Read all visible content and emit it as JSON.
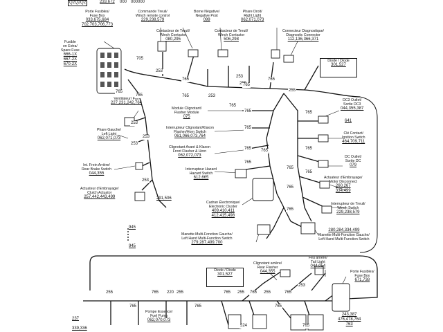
{
  "header_refs": [
    "Q2Q2Q2",
    "233,672",
    "000",
    "000000"
  ],
  "labels": {
    "fuse_box_top": {
      "lines": [
        "Porte Fusibles/",
        "Fuse Box"
      ],
      "refs": [
        "033,675,684",
        "702,703,706,773"
      ]
    },
    "spare_fuse": {
      "lines": [
        "Fusible",
        "en Extra/",
        "Spare Fuse"
      ],
      "refs": [
        "666-1X",
        "667-2X",
        "670-2X"
      ]
    },
    "winch_remote": {
      "lines": [
        "Commande Treuil/",
        "Winch remote control"
      ],
      "refs": [
        "229,238,579"
      ]
    },
    "neg_post": {
      "lines": [
        "Borne Négative/",
        "Negative Post"
      ],
      "refs": [
        "099"
      ]
    },
    "right_light": {
      "lines": [
        "Phare Droit/",
        "Right Light"
      ],
      "refs": [
        "062,071,073"
      ]
    },
    "winch_contactor_1": {
      "lines": [
        "Contacteur de Treuil/",
        "Winch Contactor"
      ],
      "refs": [
        "080,295"
      ]
    },
    "winch_contactor_2": {
      "lines": [
        "Contacteur de Treuil/",
        "Winch Contactor"
      ],
      "refs": [
        "506,298"
      ]
    },
    "diag_connector": {
      "lines": [
        "Connecteur Diagnostique/",
        "Diagnostic Connector"
      ],
      "refs": [
        "112,136,366,371"
      ]
    },
    "diode_top": {
      "lines": [
        "Diode / Diode"
      ],
      "refs": [
        "301,527"
      ]
    },
    "fan": {
      "lines": [
        "Ventilateur/ Fan"
      ],
      "refs": [
        "227,231,242,764"
      ]
    },
    "flasher_module": {
      "lines": [
        "Module Clignotant/",
        "Flasher Module"
      ],
      "refs": [
        "075"
      ]
    },
    "flasher_horn_switch": {
      "lines": [
        "Interrupteur Clignotant/Klaxon",
        "Flasher/Horn Switch"
      ],
      "refs": [
        "061,066,073,764"
      ]
    },
    "front_flasher_horn": {
      "lines": [
        "Clignotant Avant & Klaxon",
        "Front Flasher & Horn"
      ],
      "refs": [
        "062,072,073"
      ]
    },
    "left_light": {
      "lines": [
        "Phare Gauche/",
        "Left Light"
      ],
      "refs": [
        "062,071,073"
      ]
    },
    "rear_brake_switch": {
      "lines": [
        "Int. Frein Arrière/",
        "Rear Brake Switch"
      ],
      "refs": [
        "044,355"
      ]
    },
    "hazard_switch": {
      "lines": [
        "Interrupteur Hazard",
        "Hazard Switch"
      ],
      "refs": [
        "612,665"
      ]
    },
    "clutch_actuator": {
      "lines": [
        "Actuateur d'Embrayage/",
        "Clutch Actuator"
      ],
      "refs": [
        "257,442,443,499"
      ]
    },
    "dc3_outlet": {
      "lines": [
        "DC3 Outlet/",
        "Sortie DC3"
      ],
      "refs": [
        "044,355,387"
      ]
    },
    "ignition_switch": {
      "lines": [
        "Clé Contact/",
        "Ignition Switch"
      ],
      "refs": [
        "464,709,711"
      ]
    },
    "dc_outlet": {
      "lines": [
        "DC Outlet/",
        "Sortie DC"
      ],
      "refs": [
        "079"
      ]
    },
    "motor_disconnect": {
      "lines": [
        "Actuateur d'Embrayage/",
        "Motor Disconnect"
      ],
      "refs": [
        "260,267",
        "334,499"
      ]
    },
    "winch_switch": {
      "lines": [
        "Interrupteur de Treuil/",
        "Winch Switch"
      ],
      "refs": [
        "229,238,579"
      ]
    },
    "cluster": {
      "lines": [
        "Cadran Électronique/",
        "Electronic Cluster"
      ],
      "refs": [
        "409,410,411",
        "412,415,498"
      ]
    },
    "mf_switch_gauche": {
      "lines": [
        "Manette Multi-Fonction Gauche/",
        "Left Hand Multi-Function Switch"
      ],
      "refs": [
        "280,284,334,499"
      ]
    },
    "mf_switch_left": {
      "lines": [
        "Manette Multi-Fonction Gauche/",
        "Left Hand Multi-Function Switch"
      ],
      "refs": [
        "279,287,499,700"
      ]
    },
    "splice_945": {
      "lines": [],
      "refs": [
        "945"
      ]
    },
    "diode_bottom": {
      "lines": [
        "Diode / Diode"
      ],
      "refs": [
        "301,527"
      ]
    },
    "rear_flasher": {
      "lines": [
        "Clignotant arrière/",
        "Rear Flasher"
      ],
      "refs": [
        "044,355"
      ]
    },
    "tail_light": {
      "lines": [
        "Feu arrière/",
        "Tail Light"
      ],
      "refs": [
        "044,054"
      ]
    },
    "fuse_box_bottom": {
      "lines": [
        "Porte Fusibles/",
        "Fuse Box"
      ],
      "refs": [
        "671,738"
      ]
    },
    "fuel_pump": {
      "lines": [
        "Pompe Essence/",
        "Fuel Pump"
      ],
      "refs": [
        "062,070,073"
      ]
    },
    "bottom_refs": {
      "lines": [],
      "refs": [
        "243,387",
        "476,478,764",
        "763"
      ]
    },
    "bottom_left_ref": {
      "lines": [],
      "refs": [
        "339,336"
      ]
    },
    "bottom_left_ref2": {
      "lines": [],
      "refs": [
        "237"
      ]
    },
    "ref_641": {
      "lines": [],
      "refs": [
        "641"
      ]
    },
    "ref_291": {
      "lines": [],
      "refs": [
        "291,506"
      ]
    },
    "ref_945": {
      "lines": [],
      "refs": [
        "945"
      ]
    }
  },
  "wire_numbers": [
    "705",
    "253",
    "765",
    "253",
    "255",
    "765",
    "765",
    "253",
    "765",
    "765",
    "765",
    "765",
    "765",
    "765",
    "765",
    "765",
    "253",
    "253",
    "253",
    "765",
    "765",
    "765",
    "765",
    "765",
    "765",
    "765",
    "255",
    "253",
    "255",
    "765",
    "255",
    "220",
    "765",
    "765",
    "765",
    "255",
    "765",
    "255",
    "765",
    "524",
    "765",
    "253",
    "765"
  ]
}
